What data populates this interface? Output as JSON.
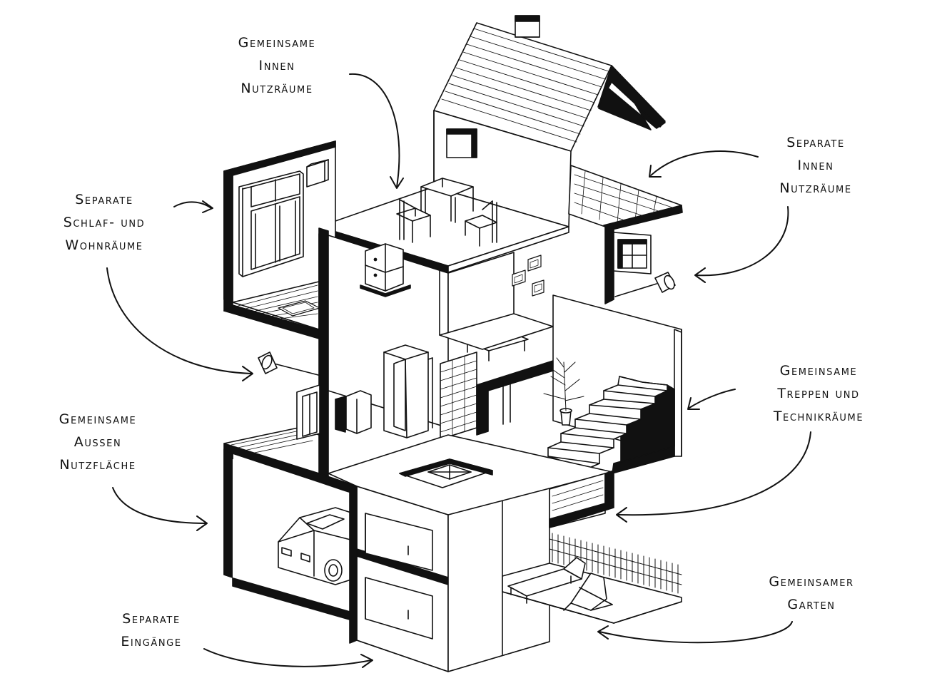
{
  "colors": {
    "ink": "#111111",
    "paper": "#ffffff",
    "hatch": "#555555"
  },
  "labels": {
    "shared_indoor": {
      "lines": [
        "Gemeinsame",
        "Innen",
        "Nutzräume"
      ]
    },
    "separate_sleeping": {
      "lines": [
        "Separate",
        "Schlaf- und",
        "Wohnräume"
      ]
    },
    "separate_indoor": {
      "lines": [
        "Separate",
        "Innen",
        "Nutzräume"
      ]
    },
    "shared_stairs": {
      "lines": [
        "Gemeinsame",
        "Treppen und",
        "Technikräume"
      ]
    },
    "shared_outdoor": {
      "lines": [
        "Gemeinsame",
        "Aussen",
        "Nutzfläche"
      ]
    },
    "separate_entrances": {
      "lines": [
        "Separate",
        "Eingänge"
      ]
    },
    "shared_garden": {
      "lines": [
        "Gemeinsamer",
        "Garten"
      ]
    }
  },
  "icons": [
    "house-cutaway-illustration",
    "chimney-icon",
    "table-icon",
    "chair-icon",
    "car-icon",
    "stairs-icon",
    "plant-icon",
    "lamp-icon",
    "sun-lounger-icon",
    "deck-chair-icon",
    "fence-icon",
    "window-icon",
    "door-icon",
    "sofa-icon",
    "cabinet-icon",
    "picture-frame-icon"
  ]
}
